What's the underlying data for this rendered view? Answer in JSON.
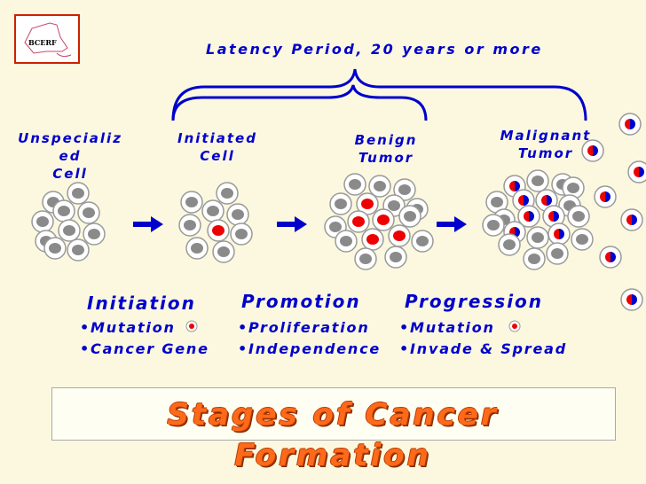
{
  "logo": {
    "text": "BCERF"
  },
  "latency_label": "Latency Period, 20 years or more",
  "stages": [
    {
      "label": "Unspecializ\ned\nCell"
    },
    {
      "label": "Initiated\nCell"
    },
    {
      "label": "Benign\nTumor"
    },
    {
      "label": "Malignant\nTumor"
    }
  ],
  "phases": [
    {
      "title": "Initiation",
      "bullets": [
        "•Mutation",
        "•Cancer Gene"
      ]
    },
    {
      "title": "Promotion",
      "bullets": [
        "•Proliferation",
        "•Independence"
      ]
    },
    {
      "title": "Progression",
      "bullets": [
        "•Mutation",
        "•Invade & Spread"
      ]
    }
  ],
  "title": "Stages of Cancer\nFormation",
  "colors": {
    "text_blue": "#0000cc",
    "title_orange": "#ff6a1a",
    "mutation_red": "#ee0000",
    "cell_gray": "#8a8a8a",
    "background": "#fbf8df"
  }
}
